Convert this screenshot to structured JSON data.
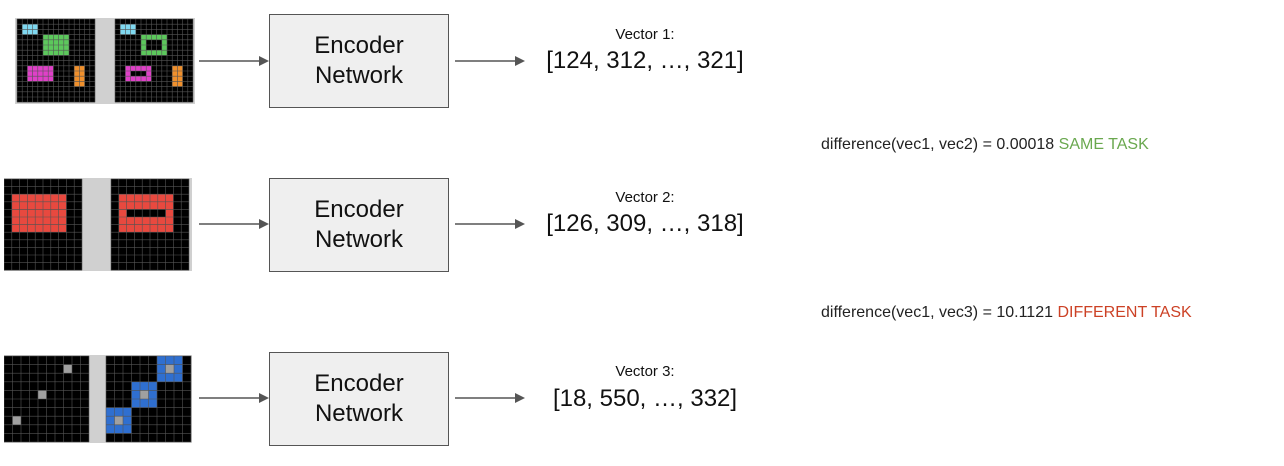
{
  "colors": {
    "grid_bg": "#000000",
    "grid_line": "#555555",
    "separator": "#d0d0d0",
    "light_blue": "#7fd8f0",
    "green": "#5cc85c",
    "magenta": "#e040c8",
    "orange": "#f0902c",
    "red": "#e8493f",
    "gray": "#a0a0a0",
    "blue": "#2f6fd0",
    "same_task": "#6aa84f",
    "different_task": "#cc4125"
  },
  "rows": [
    {
      "encoder_line1": "Encoder",
      "encoder_line2": "Network",
      "vector_label": "Vector 1:",
      "vector_value": "[124, 312, …, 321]"
    },
    {
      "encoder_line1": "Encoder",
      "encoder_line2": "Network",
      "vector_label": "Vector 2:",
      "vector_value": "[126, 309, …, 318]"
    },
    {
      "encoder_line1": "Encoder",
      "encoder_line2": "Network",
      "vector_label": "Vector 3:",
      "vector_value": "[18, 550, …, 332]"
    }
  ],
  "comparisons": [
    {
      "text": "difference(vec1, vec2) = 0.00018",
      "verdict": "SAME TASK"
    },
    {
      "text": "difference(vec1, vec3) = 10.1121",
      "verdict": "DIFFERENT TASK"
    }
  ]
}
